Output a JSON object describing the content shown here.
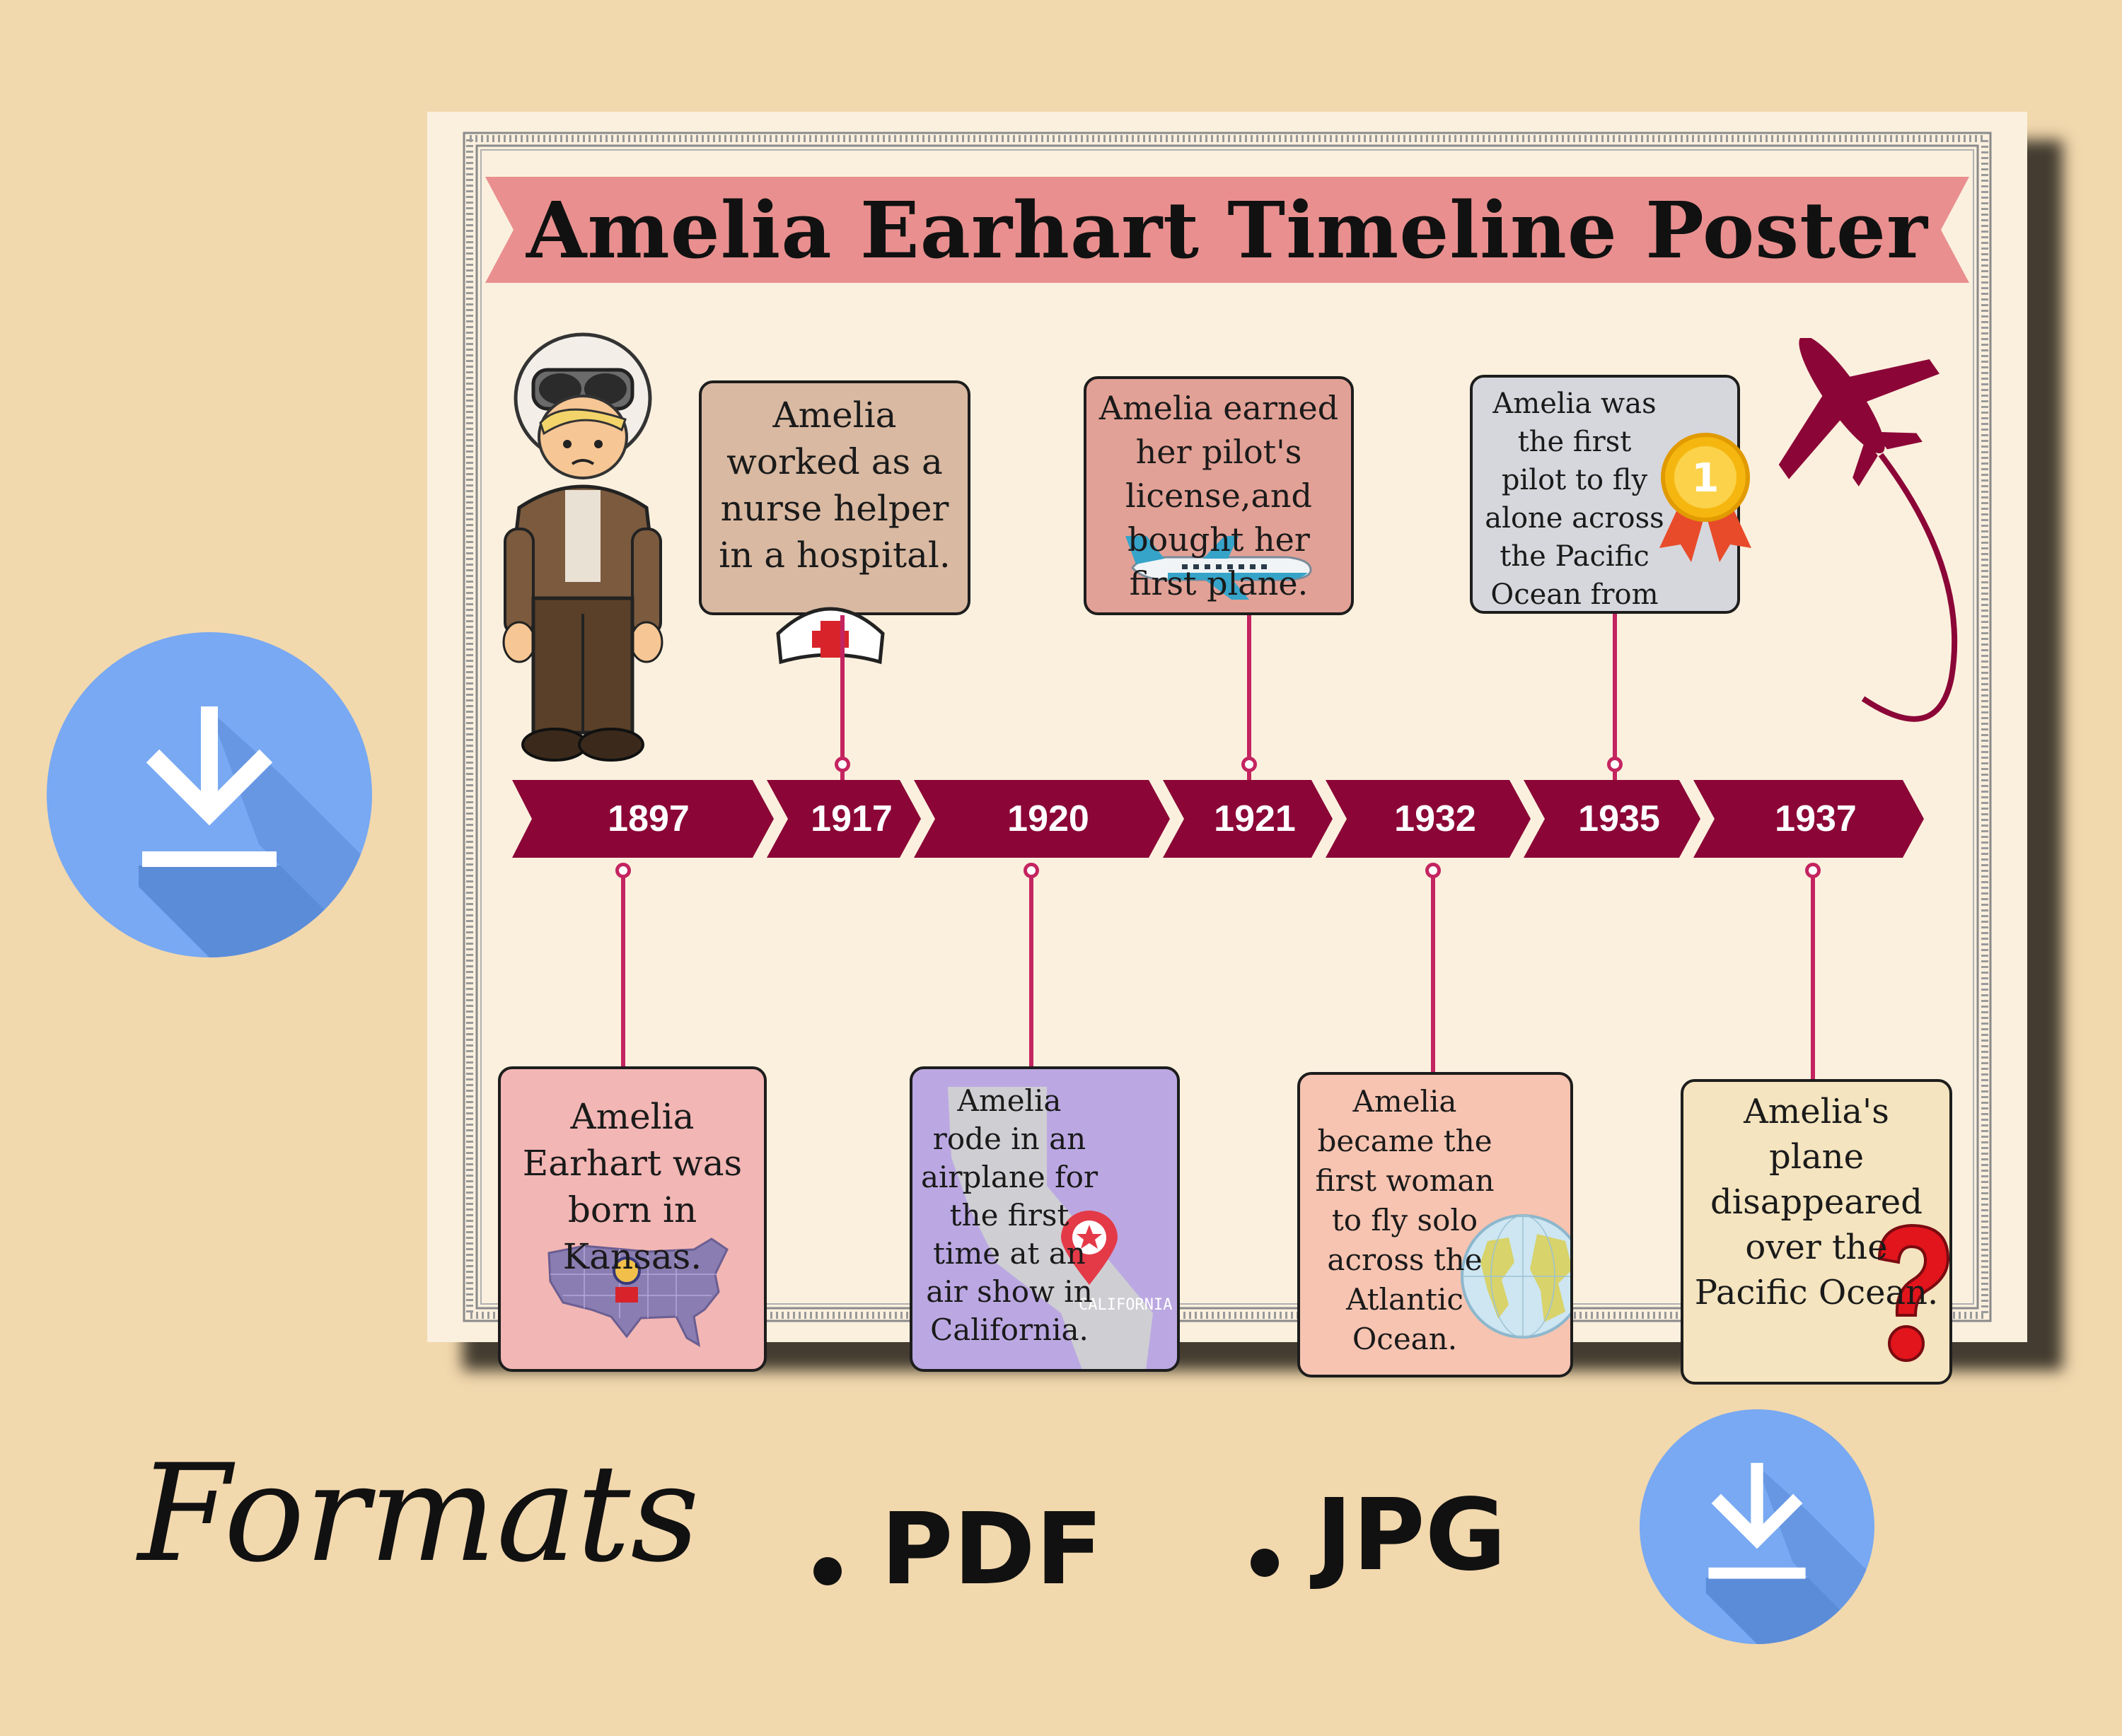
{
  "poster": {
    "title": "Amelia Earhart Timeline Poster",
    "years": [
      "1897",
      "1917",
      "1920",
      "1921",
      "1932",
      "1935",
      "1937"
    ],
    "events": {
      "y1897": "Amelia Earhart was born in Kansas.",
      "y1917": "Amelia worked as a nurse helper in a hospital.",
      "y1920": "Amelia rode in an airplane for the first time at an air show in California.",
      "y1921": "Amelia earned her pilot's license,and bought her first plane.",
      "y1932": "Amelia became the first woman to fly solo across the Atlantic Ocean.",
      "y1935": "Amelia was the first pilot to fly alone across the Pacific Ocean from Hawai to California",
      "y1937": "Amelia's plane disappeared over the Pacific Ocean."
    },
    "map_label": "CALIFORNIA",
    "medal_number": "1",
    "colors": {
      "banner": "#e98f8f",
      "timeline": "#8b0637",
      "connector": "#c42460",
      "card_1897": "#f2b6b4",
      "card_1917": "#d9b9a2",
      "card_1920": "#bba8e2",
      "card_1921": "#e2a196",
      "card_1932": "#f6c4b1",
      "card_1935": "#d6d7dd",
      "card_1937": "#f4e4bf"
    },
    "icons": [
      "aviator-character-icon",
      "nurse-cap-icon",
      "usa-map-icon",
      "california-map-icon",
      "location-pin-icon",
      "airplane-icon",
      "globe-icon",
      "gold-medal-icon",
      "question-mark-icon",
      "flying-plane-icon"
    ]
  },
  "footer": {
    "formats_label": "Formats",
    "format_pdf": "PDF",
    "format_jpg": "JPG",
    "icons": [
      "download-icon"
    ],
    "download_color": "#78a9f2"
  }
}
